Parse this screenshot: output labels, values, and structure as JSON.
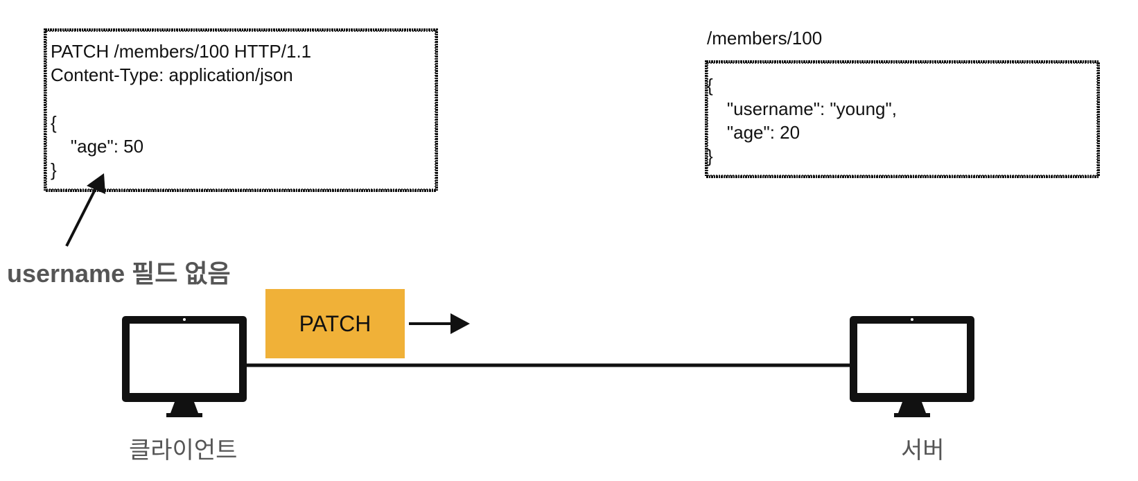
{
  "request": {
    "line1": "PATCH /members/100 HTTP/1.1",
    "line2": "Content-Type: application/json",
    "line3": "{",
    "line4": "    \"age\": 50",
    "line5": "}"
  },
  "resource": {
    "title": "/members/100",
    "line1": "{",
    "line2": "    \"username\": \"young\",",
    "line3": "    \"age\": 20",
    "line4": "}"
  },
  "annotation": "username 필드 없음",
  "method_label": "PATCH",
  "client_label": "클라이언트",
  "server_label": "서버",
  "colors": {
    "method_box": "#F0B138",
    "annotation_text": "#555555",
    "outline": "#111111"
  },
  "icons": {
    "client": "monitor-icon",
    "server": "monitor-icon"
  }
}
